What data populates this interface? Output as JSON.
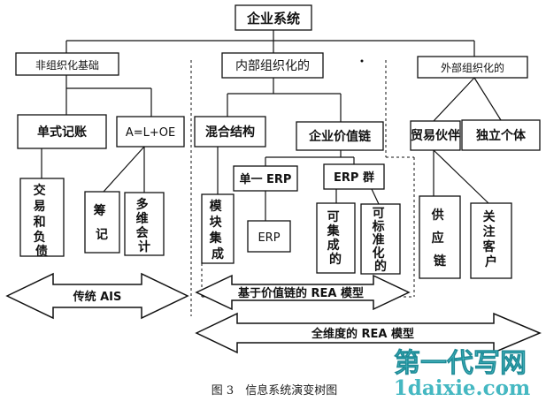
{
  "nodes": {
    "root": "企业系统",
    "non_org": "非组织化基础",
    "internal_org": "内部组织化的",
    "external_org": "外部组织化的",
    "single_entry": "单式记账",
    "equation": "A=L+OE",
    "hybrid": "混合结构",
    "value_chain": "企业价值链",
    "trade_partner": "贸易伙伴",
    "independent": "独立个体",
    "trade_debt": [
      "交",
      "易",
      "和",
      "负",
      "债"
    ],
    "chou_ji": [
      "筹",
      "记"
    ],
    "multi_acct": [
      "多",
      "维",
      "会",
      "计"
    ],
    "module": [
      "模",
      "块",
      "集",
      "成"
    ],
    "single_erp": "单一 ERP",
    "erp_group": "ERP 群",
    "erp": "ERP",
    "integrable": [
      "可",
      "集",
      "成",
      "的"
    ],
    "standardizable": [
      "可",
      "标",
      "准",
      "化",
      "的"
    ],
    "supply_chain": [
      "供",
      "应",
      "链"
    ],
    "focus_customer": [
      "关",
      "注",
      "客",
      "户"
    ]
  },
  "arrows": {
    "traditional_ais": "传统 AIS",
    "value_chain_rea": "基于价值链的 REA 模型",
    "full_rea": "全维度的 REA 模型"
  },
  "caption": "图 3　信息系统演变树图",
  "watermark": {
    "title": "第一代写网",
    "url": "1daixie.com"
  }
}
